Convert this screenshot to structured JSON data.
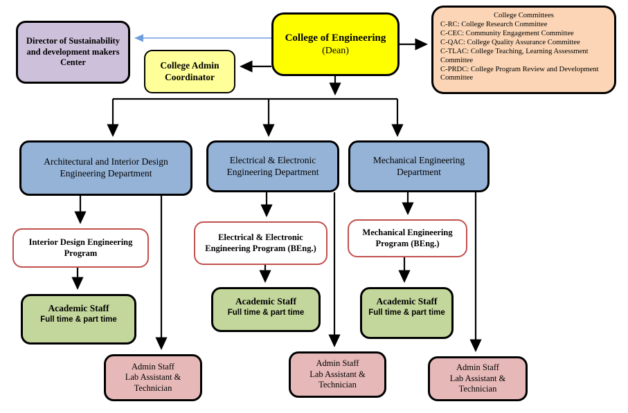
{
  "dean": {
    "title": "College of Engineering",
    "subtitle": "(Dean)"
  },
  "director": {
    "label": "Director of Sustainability and development makers Center"
  },
  "coordinator": {
    "label": "College Admin Coordinator"
  },
  "committees": {
    "title": "College Committees",
    "items": [
      "C-RC: College Research Committee",
      "C-CEC: Community Engagement Committee",
      "C-QAC: College Quality Assurance Committee",
      "C-TLAC: College Teaching, Learning Assessment Committee",
      "C-PRDC: College Program Review and Development Committee"
    ]
  },
  "departments": [
    {
      "label": "Architectural and Interior Design Engineering Department"
    },
    {
      "label": "Electrical & Electronic Engineering Department"
    },
    {
      "label": "Mechanical Engineering Department"
    }
  ],
  "programs": [
    {
      "label": "Interior Design Engineering Program"
    },
    {
      "label": "Electrical & Electronic Engineering Program (BEng.)"
    },
    {
      "label": "Mechanical Engineering Program (BEng.)"
    }
  ],
  "academic": [
    {
      "line1": "Academic Staff",
      "line2": "Full time & part time"
    },
    {
      "line1": "Academic Staff",
      "line2": "Full time & part time"
    },
    {
      "line1": "Academic Staff",
      "line2": "Full time & part time"
    }
  ],
  "admin": [
    {
      "line1": "Admin Staff",
      "line2": "Lab Assistant & Technician"
    },
    {
      "line1": "Admin Staff",
      "line2": "Lab Assistant & Technician"
    },
    {
      "line1": "Admin Staff",
      "line2": "Lab Assistant & Technician"
    }
  ],
  "colors": {
    "dean_fill": "#FFFF00",
    "director_fill": "#CCC0DA",
    "coordinator_fill": "#FFFF99",
    "committees_fill": "#FBD5B5",
    "department_fill": "#95B3D7",
    "program_border": "#C0504D",
    "academic_fill": "#C3D69B",
    "admin_fill": "#E6B9B8",
    "connector_black": "#000000",
    "connector_blue": "#6D9ED9"
  }
}
